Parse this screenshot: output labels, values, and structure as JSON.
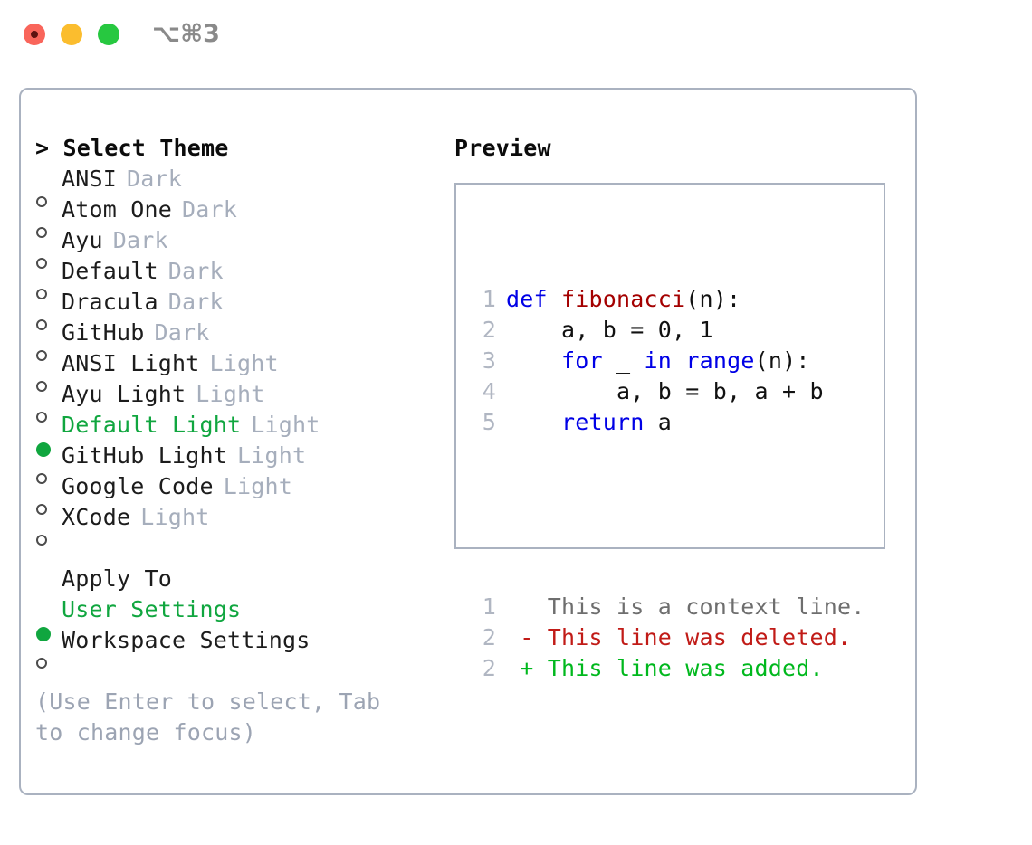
{
  "titlebar": {
    "shortcut": "⌥⌘3",
    "buttons": [
      {
        "name": "close",
        "color": "#f9655b"
      },
      {
        "name": "minimize",
        "color": "#fbbd2e"
      },
      {
        "name": "maximize",
        "color": "#27c840"
      }
    ]
  },
  "theme_picker": {
    "header": "> Select Theme",
    "items": [
      {
        "label": "ANSI",
        "badge": "Dark",
        "selected": false
      },
      {
        "label": "Atom One",
        "badge": "Dark",
        "selected": false
      },
      {
        "label": "Ayu",
        "badge": "Dark",
        "selected": false
      },
      {
        "label": "Default",
        "badge": "Dark",
        "selected": false
      },
      {
        "label": "Dracula",
        "badge": "Dark",
        "selected": false
      },
      {
        "label": "GitHub",
        "badge": "Dark",
        "selected": false
      },
      {
        "label": "ANSI Light",
        "badge": "Light",
        "selected": false
      },
      {
        "label": "Ayu Light",
        "badge": "Light",
        "selected": false
      },
      {
        "label": "Default Light",
        "badge": "Light",
        "selected": true
      },
      {
        "label": "GitHub Light",
        "badge": "Light",
        "selected": false
      },
      {
        "label": "Google Code",
        "badge": "Light",
        "selected": false
      },
      {
        "label": "XCode",
        "badge": "Light",
        "selected": false
      }
    ]
  },
  "apply_to": {
    "title": "Apply To",
    "options": [
      {
        "label": "User Settings",
        "selected": true
      },
      {
        "label": "Workspace Settings",
        "selected": false
      }
    ]
  },
  "hint": "(Use Enter to select, Tab to change focus)",
  "preview": {
    "title": "Preview",
    "code_lines": [
      {
        "no": "1",
        "tokens": [
          {
            "t": "def ",
            "c": "kw"
          },
          {
            "t": "fibonacci",
            "c": "fn"
          },
          {
            "t": "(n):",
            "c": "plain"
          }
        ]
      },
      {
        "no": "2",
        "tokens": [
          {
            "t": "    a, b = 0, 1",
            "c": "plain"
          }
        ]
      },
      {
        "no": "3",
        "tokens": [
          {
            "t": "    ",
            "c": "plain"
          },
          {
            "t": "for",
            "c": "kw"
          },
          {
            "t": " _ ",
            "c": "plain"
          },
          {
            "t": "in",
            "c": "kw"
          },
          {
            "t": " ",
            "c": "plain"
          },
          {
            "t": "range",
            "c": "kw"
          },
          {
            "t": "(n):",
            "c": "plain"
          }
        ]
      },
      {
        "no": "4",
        "tokens": [
          {
            "t": "        a, b = b, a + b",
            "c": "plain"
          }
        ]
      },
      {
        "no": "5",
        "tokens": [
          {
            "t": "    ",
            "c": "plain"
          },
          {
            "t": "return",
            "c": "kw"
          },
          {
            "t": " a",
            "c": "plain"
          }
        ]
      }
    ],
    "diff_lines": [
      {
        "no": "1",
        "sign": "  ",
        "text": "This is a context line.",
        "kind": "context"
      },
      {
        "no": "2",
        "sign": "- ",
        "text": "This line was deleted.",
        "kind": "deleted"
      },
      {
        "no": "2",
        "sign": "+ ",
        "text": "This line was added.",
        "kind": "added"
      }
    ]
  },
  "colors": {
    "accent_green": "#10a63f",
    "muted": "#a6aebc",
    "hint": "#9ca4b3",
    "border": "#aab2c0",
    "keyword": "#0000e6",
    "function": "#a40000",
    "diff_deleted": "#c11b17",
    "diff_added": "#00b81d",
    "diff_context": "#6e6e6e"
  }
}
